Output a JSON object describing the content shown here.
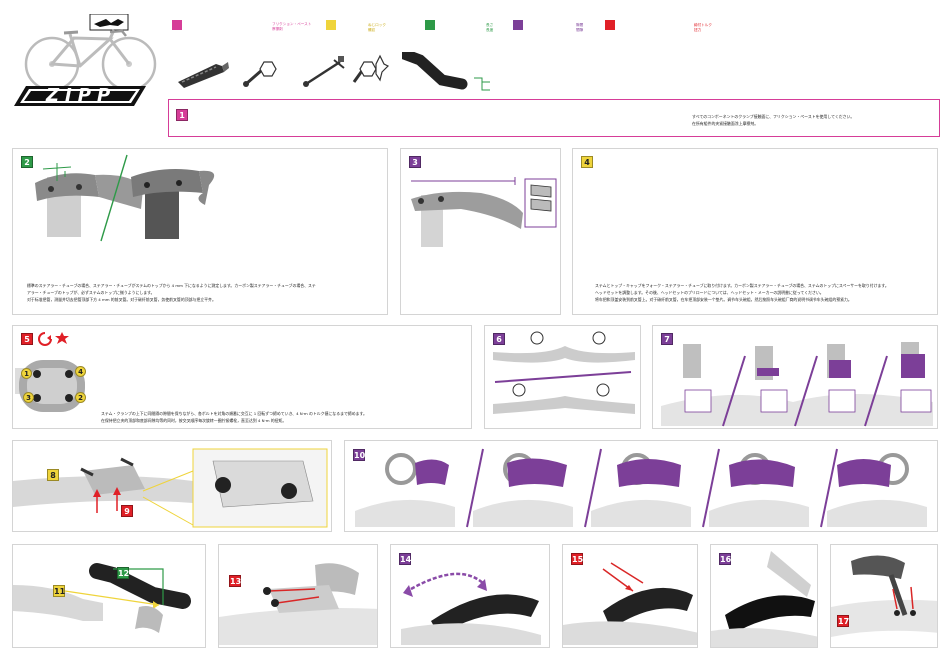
{
  "brand": {
    "logo_text": "ZIPP"
  },
  "colors": {
    "pink": "#d63d98",
    "yellow": "#efd43b",
    "green": "#2e9a48",
    "purple": "#7c3f98",
    "red": "#e02027",
    "arrow_red": "#d92727",
    "arrow_purple": "#8a4ba8"
  },
  "legend": [
    {
      "label_1": "フリクション・ペースト",
      "label_2": "摩擦剤"
    },
    {
      "label_1": "ねじロック",
      "label_2": "螺纹"
    },
    {
      "label_1": "長さ",
      "label_2": "長度"
    },
    {
      "label_1": "隙間",
      "label_2": "間隙"
    },
    {
      "label_1": "締付トルク",
      "label_2": "扭力"
    }
  ],
  "steps": {
    "s1": {
      "num": "1",
      "text_1": "すべてのコンポーネントのクランプ接触面に、フリクション・ペーストを使用してください。",
      "text_2": "在所有組件的夹紧接触面涂上摩擦剂。"
    },
    "s2": {
      "num": "2",
      "text_1": "標準のステアラー・チューブの場合、ステアラー・チューブがステムのトップから 4 mm 下になるように測定します。カーボン製ステアラー・チューブの場合、ステ",
      "text_2": "アラー・チューブのトップが、必ずステムのトップに揃うようにします。",
      "text_3": "对于标准把管，测量并切去把管顶部下方 4 mm 的前叉管。对于碳纤前叉管，务使前叉管的顶部与把立平齐。"
    },
    "s3": {
      "num": "3"
    },
    "s4": {
      "num": "4",
      "text_1": "ステムとトップ・キャップをフォーク・ステアラー・チューブに取り付けます。カーボン製ステアラー・チューブの場合、ステムのトップにスペーサーを取り付けます。",
      "text_2": "ヘッドセットを調整します。その後、ヘッドセットのプリロードについては、ヘッドセット・メーカーの説明書に従ってください。",
      "text_3": "将车把和顶盖安装到前叉管上。对于碳纤前叉管，在车把顶部安装一个垫片。调节车头碗组，然后按照车头碗组厂商的说明书调节车头碗组的预紧力。"
    },
    "s5": {
      "num": "5",
      "text_1": "ステム・クランプの上下に同間隔の隙間を保ちながら、各ボルトを対角の順番に交互に 1 回転ずつ締めていき、4 N·m のトルク値になるまで締めます。",
      "text_2": "在保持把立夹的顶部和底部间隙均等的同时，按交叉顺序每次旋转一圈拧紧螺栓，直至达到 4 N·m 的扭矩。"
    },
    "s6": {
      "num": "6"
    },
    "s7": {
      "num": "7"
    },
    "s8": {
      "num": "8"
    },
    "s9": {
      "num": "9"
    },
    "s10": {
      "num": "10"
    },
    "s11": {
      "num": "11"
    },
    "s12": {
      "num": "12"
    },
    "s13": {
      "num": "13"
    },
    "s14": {
      "num": "14"
    },
    "s15": {
      "num": "15"
    },
    "s16": {
      "num": "16"
    },
    "s17": {
      "num": "17"
    }
  },
  "bolt_callouts": {
    "c1": "1",
    "c2": "2",
    "c3": "3",
    "c4": "4"
  },
  "icons": {
    "torque": "torque-wrench-icon",
    "threadlock": "threadlock-star-icon",
    "grease": "grease-tube-icon",
    "hex": "hex-key-icon",
    "torque_tool": "torque-tool-icon",
    "bolts": "bolts-icon",
    "extension": "extension-icon"
  }
}
